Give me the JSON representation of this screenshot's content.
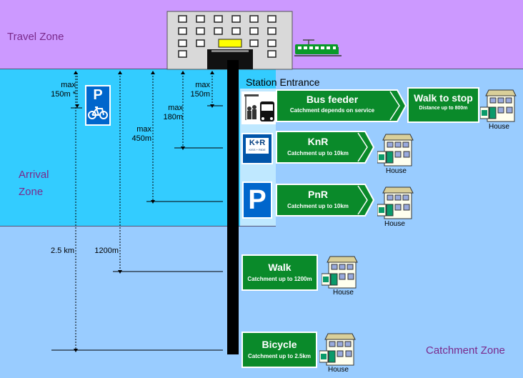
{
  "zones": {
    "travel": "Travel Zone",
    "arrival": "Arrival\nZone",
    "catchment": "Catchment Zone"
  },
  "station_entrance": "Station Entrance",
  "distances": {
    "max150_star": "max\n150m *",
    "max150": "max\n150m",
    "max180": "max\n180m",
    "max450": "max\n450m",
    "km25": "2.5 km",
    "m1200": "1200m"
  },
  "signs": {
    "bus_feeder": {
      "title": "Bus feeder",
      "sub": "Catchment depends on service"
    },
    "walk_to_stop": {
      "title": "Walk to stop",
      "sub": "Distance up to 800m"
    },
    "knr": {
      "title": "KnR",
      "sub": "Catchment up to 10km"
    },
    "pnr": {
      "title": "PnR",
      "sub": "Catchment up to 10km"
    },
    "walk": {
      "title": "Walk",
      "sub": "Catchment up to 1200m"
    },
    "bicycle": {
      "title": "Bicycle",
      "sub": "Catchment up to 2.5km"
    }
  },
  "icons": {
    "parking_letter": "P",
    "knr_text": "K+R",
    "knr_small": "KISS + RIDE"
  },
  "house_label": "House",
  "colors": {
    "travel_zone": "#cc99ff",
    "arrival_zone": "#33ccff",
    "catchment_zone": "#99ccff",
    "sign_green": "#0a8a2a",
    "parking_blue": "#0066cc"
  }
}
